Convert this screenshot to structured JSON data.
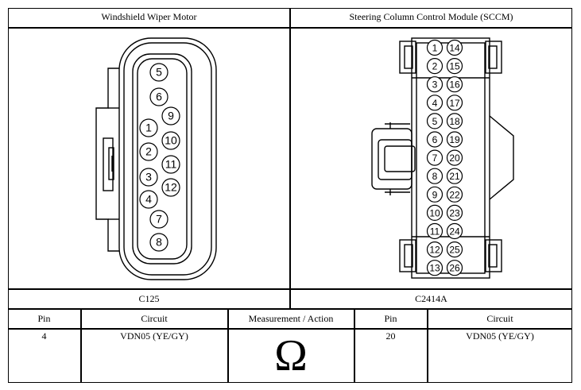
{
  "connectors": {
    "left": {
      "title": "Windshield Wiper Motor",
      "id": "C125",
      "pins": [
        "5",
        "6",
        "9",
        "1",
        "10",
        "2",
        "11",
        "3",
        "12",
        "4",
        "7",
        "8"
      ]
    },
    "right": {
      "title": "Steering Column Control Module (SCCM)",
      "id": "C2414A",
      "pins_left": [
        "1",
        "2",
        "3",
        "4",
        "5",
        "6",
        "7",
        "8",
        "9",
        "10",
        "11",
        "12",
        "13"
      ],
      "pins_right": [
        "14",
        "15",
        "16",
        "17",
        "18",
        "19",
        "20",
        "21",
        "22",
        "23",
        "24",
        "25",
        "26"
      ]
    }
  },
  "table": {
    "headers": {
      "pin_a": "Pin",
      "circuit_a": "Circuit",
      "measurement": "Measurement / Action",
      "pin_b": "Pin",
      "circuit_b": "Circuit"
    },
    "row": {
      "pin_a": "4",
      "circuit_a": "VDN05 (YE/GY)",
      "measurement_symbol": "Ω",
      "pin_b": "20",
      "circuit_b": "VDN05 (YE/GY)"
    }
  }
}
